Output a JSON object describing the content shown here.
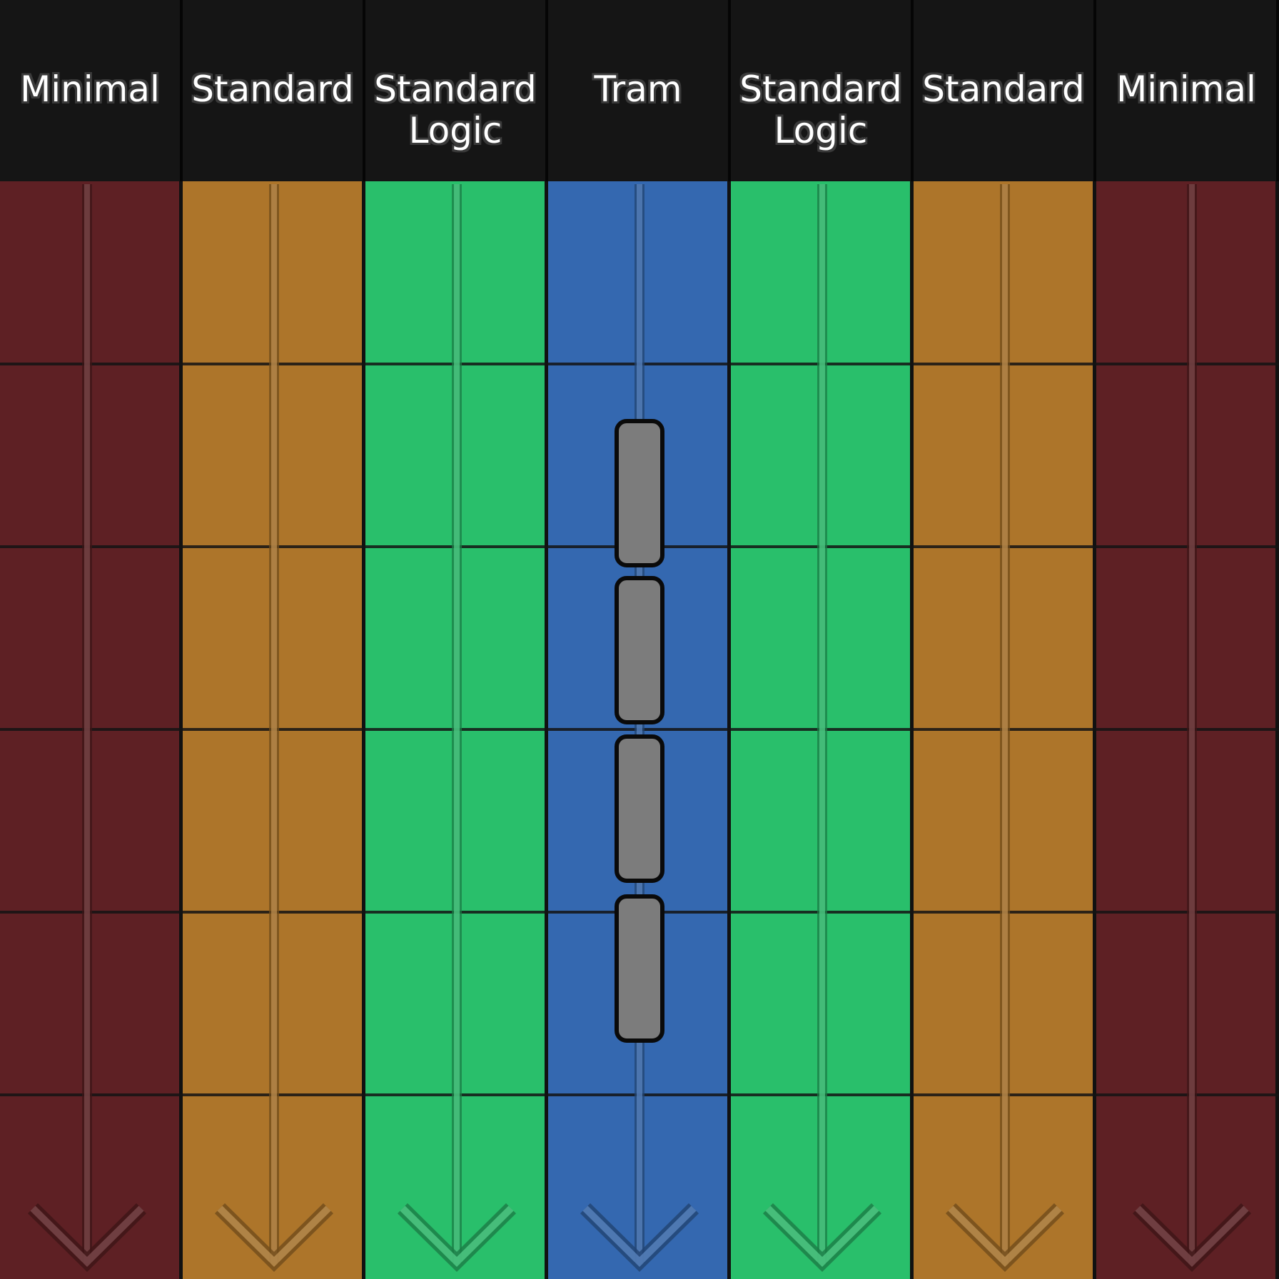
{
  "lanes": [
    {
      "id": "lane-1",
      "type": "minimal",
      "label_lines": [
        "Minimal"
      ],
      "color": "#5e2024"
    },
    {
      "id": "lane-2",
      "type": "standard",
      "label_lines": [
        "Standard"
      ],
      "color": "#ad752a"
    },
    {
      "id": "lane-3",
      "type": "standard-logic",
      "label_lines": [
        "Standard",
        "Logic"
      ],
      "color": "#29bf6b"
    },
    {
      "id": "lane-4",
      "type": "tram",
      "label_lines": [
        "Tram"
      ],
      "color": "#3468b0"
    },
    {
      "id": "lane-5",
      "type": "standard-logic",
      "label_lines": [
        "Standard",
        "Logic"
      ],
      "color": "#29bf6b"
    },
    {
      "id": "lane-6",
      "type": "standard",
      "label_lines": [
        "Standard"
      ],
      "color": "#ad752a"
    },
    {
      "id": "lane-7",
      "type": "minimal",
      "label_lines": [
        "Minimal"
      ],
      "color": "#5e2024"
    }
  ],
  "direction": "down",
  "grid_rows": 6,
  "tram": {
    "lane_index": 3,
    "car_count": 4,
    "car_color": "#7c7c7c",
    "car_outline": "#0a0a0a"
  },
  "icons": {
    "direction_arrow": "arrow-down-icon",
    "tram_car": "tram-car-icon"
  }
}
